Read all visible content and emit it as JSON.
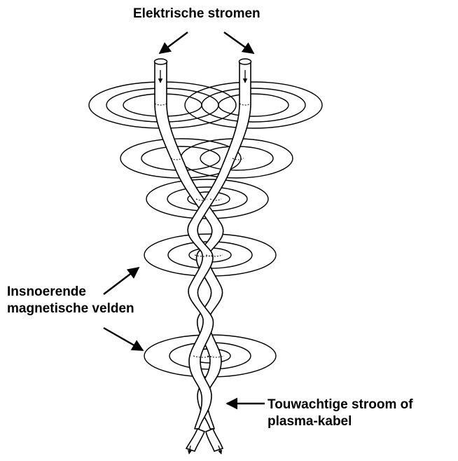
{
  "labels": {
    "currents": "Elektrische stromen",
    "fields_line1": "Insnoerende",
    "fields_line2": "magnetische velden",
    "cable_line1": "Touwachtige stroom of",
    "cable_line2": "plasma-kabel"
  },
  "colors": {
    "ink": "#000000",
    "background": "#ffffff"
  }
}
